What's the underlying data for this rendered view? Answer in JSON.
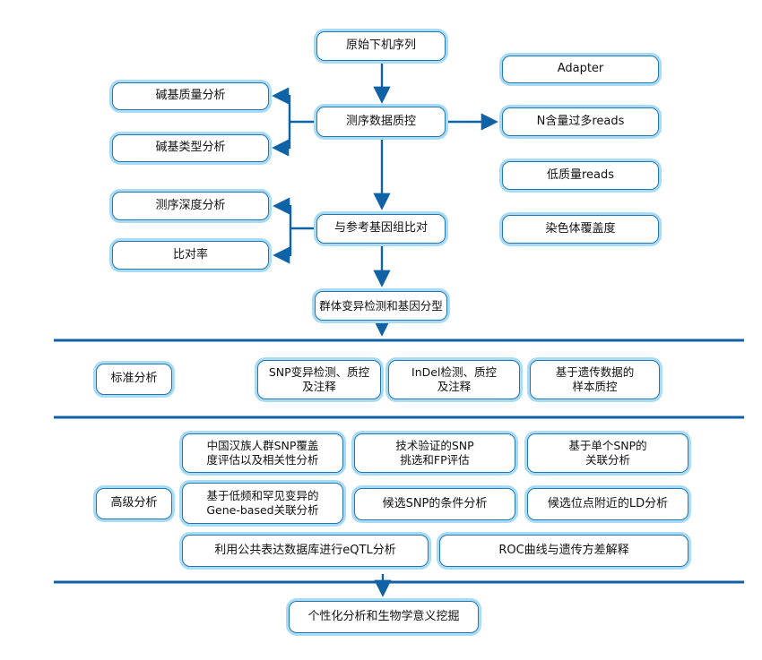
{
  "flow": {
    "raw": "原始下机序列",
    "qc": "测序数据质控",
    "align": "与参考基因组比对",
    "popvar": "群体变异检测和基因分型",
    "final": "个性化分析和生物学意义挖掘"
  },
  "qc_outputs_left": [
    "碱基质量分析",
    "碱基类型分析"
  ],
  "align_outputs_left": [
    "测序深度分析",
    "比对率"
  ],
  "qc_outputs_right": [
    "Adapter",
    "N含量过多reads",
    "低质量reads",
    "染色体覆盖度"
  ],
  "standard": {
    "label": "标准分析",
    "boxes": [
      {
        "l1": "SNP变异检测、质控",
        "l2": "及注释"
      },
      {
        "l1": "InDel检测、质控",
        "l2": "及注释"
      },
      {
        "l1": "基于遗传数据的",
        "l2": "样本质控"
      }
    ]
  },
  "advanced": {
    "label": "高级分析",
    "row1": [
      {
        "l1": "中国汉族人群SNP覆盖",
        "l2": "度评估以及相关性分析"
      },
      {
        "l1": "技术验证的SNP",
        "l2": "挑选和FP评估"
      },
      {
        "l1": "基于单个SNP的",
        "l2": "关联分析"
      }
    ],
    "row2": [
      {
        "l1": "基于低频和罕见变异的",
        "l2": "Gene-based关联分析"
      },
      "候选SNP的条件分析",
      "候选位点附近的LD分析"
    ],
    "row3": [
      "利用公共表达数据库进行eQTL分析",
      "ROC曲线与遗传方差解释"
    ]
  },
  "colors": {
    "connector": "#0f62a6",
    "divider": "#1060a5",
    "box_border": "#2277b6",
    "box_halo": "#a9dcf4"
  }
}
